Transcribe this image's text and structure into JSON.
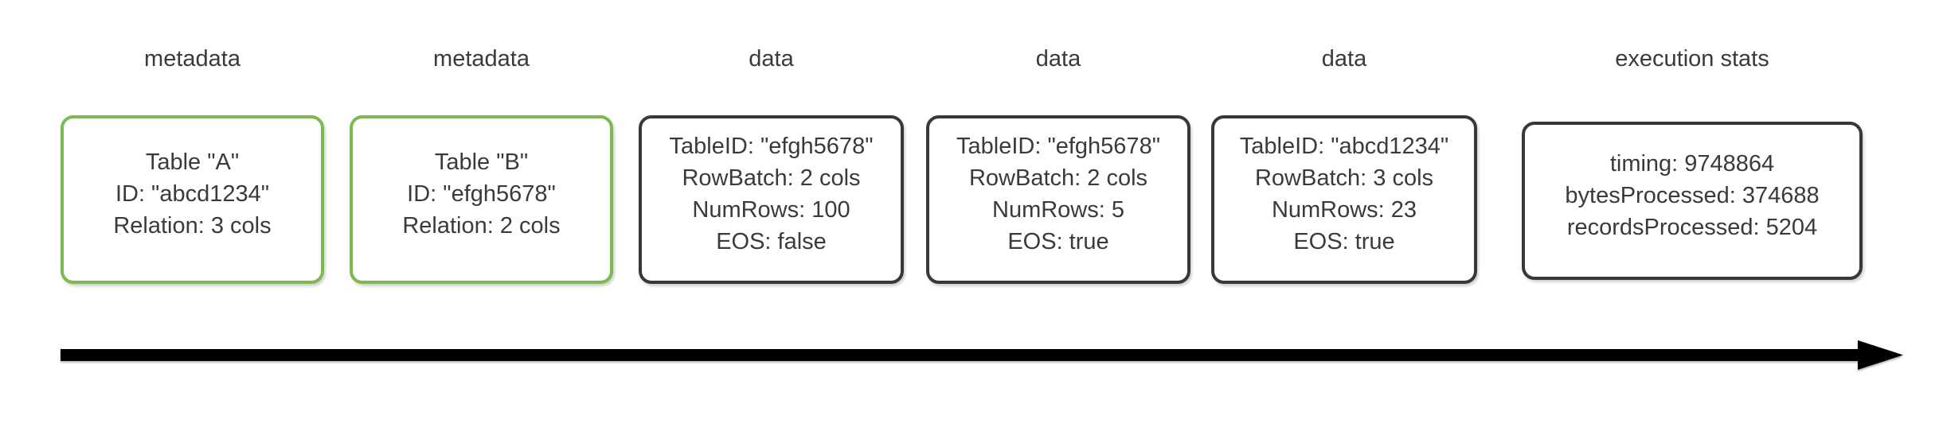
{
  "diagram": {
    "title": "stream of metadata, data batches and execution stats flowing over time",
    "colors": {
      "metadata_border": "#7CB950",
      "data_border": "#383838",
      "text": "#3A3A3A",
      "arrow": "#000000"
    },
    "arrow": {
      "direction": "right"
    },
    "stages": [
      {
        "label": "metadata",
        "type": "metadata",
        "lines": [
          "Table \"A\"",
          "ID: \"abcd1234\"",
          "Relation: 3 cols"
        ]
      },
      {
        "label": "metadata",
        "type": "metadata",
        "lines": [
          "Table \"B\"",
          "ID: \"efgh5678\"",
          "Relation: 2 cols"
        ]
      },
      {
        "label": "data",
        "type": "data",
        "lines": [
          "TableID: \"efgh5678\"",
          "RowBatch: 2 cols",
          "NumRows: 100",
          "EOS: false"
        ]
      },
      {
        "label": "data",
        "type": "data",
        "lines": [
          "TableID: \"efgh5678\"",
          "RowBatch: 2 cols",
          "NumRows: 5",
          "EOS: true"
        ]
      },
      {
        "label": "data",
        "type": "data",
        "lines": [
          "TableID: \"abcd1234\"",
          "RowBatch: 3 cols",
          "NumRows: 23",
          "EOS: true"
        ]
      },
      {
        "label": "execution stats",
        "type": "stats",
        "lines": [
          "timing: 9748864",
          "bytesProcessed: 374688",
          "recordsProcessed: 5204"
        ]
      }
    ]
  }
}
